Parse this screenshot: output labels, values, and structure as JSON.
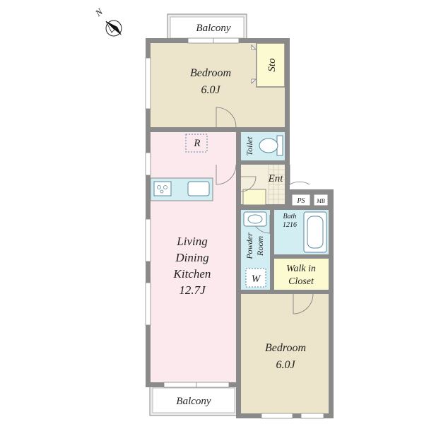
{
  "compass": {
    "north_label": "N",
    "icon": "compass-arrow-icon"
  },
  "rooms": {
    "bedroom_top": {
      "name": "Bedroom",
      "size": "6.0J"
    },
    "storage": {
      "name": "Sto"
    },
    "ldk": {
      "line1": "Living",
      "line2": "Dining",
      "line3": "Kitchen",
      "size": "12.7J"
    },
    "refrigerator": {
      "name": "R"
    },
    "toilet": {
      "name": "Toilet"
    },
    "entrance": {
      "name": "Ent"
    },
    "ps": {
      "name": "PS"
    },
    "mb": {
      "name": "MB"
    },
    "bath": {
      "name": "Bath",
      "size": "1216"
    },
    "powder": {
      "name": "Powder",
      "line2": "Room"
    },
    "washer": {
      "name": "W"
    },
    "walk_in": {
      "line1": "Walk in",
      "line2": "Closet"
    },
    "bedroom_bottom": {
      "name": "Bedroom",
      "size": "6.0J"
    }
  },
  "balconies": {
    "top": "Balcony",
    "bottom": "Balcony"
  },
  "colors": {
    "bedroom": "#ede4cc",
    "ldk": "#fce9ee",
    "wet": "#d3eef2",
    "closet": "#fbfad0",
    "entrance": "#f4eedc",
    "balcony": "#ececec",
    "wall": "#8a8a8a"
  }
}
